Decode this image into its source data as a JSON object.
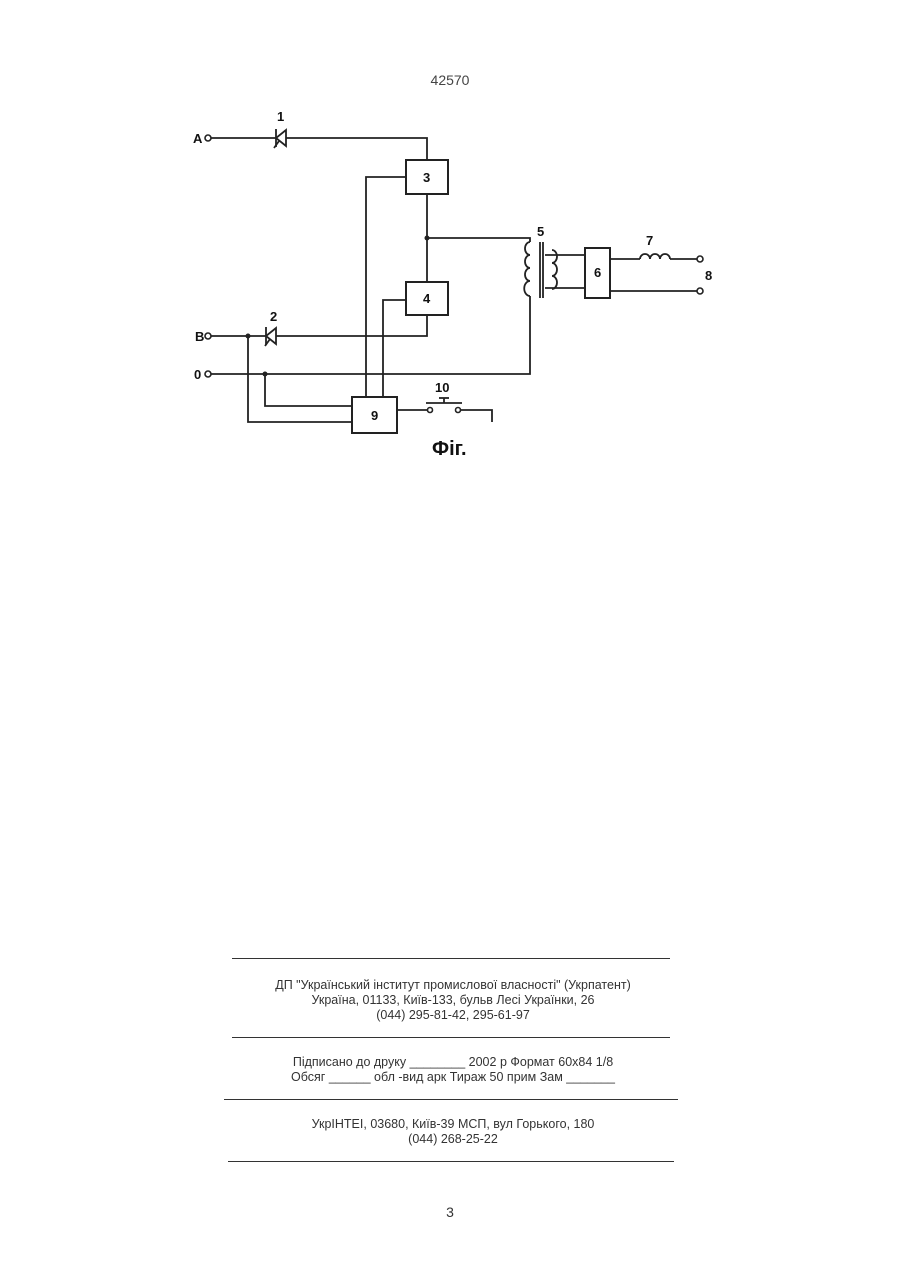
{
  "header": {
    "doc_number": "42570"
  },
  "figure": {
    "caption": "Фіг.",
    "terminals": {
      "a": "A",
      "b": "B",
      "zero": "0"
    },
    "components": {
      "c1": "1",
      "c2": "2",
      "c3": "3",
      "c4": "4",
      "c5": "5",
      "c6": "6",
      "c7": "7",
      "c8": "8",
      "c9": "9",
      "c10": "10"
    }
  },
  "imprint": {
    "org_line1": "ДП \"Український інститут промислової власності\" (Укрпатент)",
    "org_line2": "Україна, 01133, Київ-133, бульв  Лесі Українки, 26",
    "org_line3": "(044) 295-81-42, 295-61-97",
    "print_line1": "Підписано до друку ________ 2002 р     Формат 60х84 1/8",
    "print_line2": "Обсяг ______ обл -вид  арк    Тираж 50 прим     Зам _______",
    "press_line1": "УкрІНТЕІ, 03680, Київ-39 МСП, вул  Горького, 180",
    "press_line2": "(044) 268-25-22"
  },
  "footer": {
    "page_number": "3"
  }
}
